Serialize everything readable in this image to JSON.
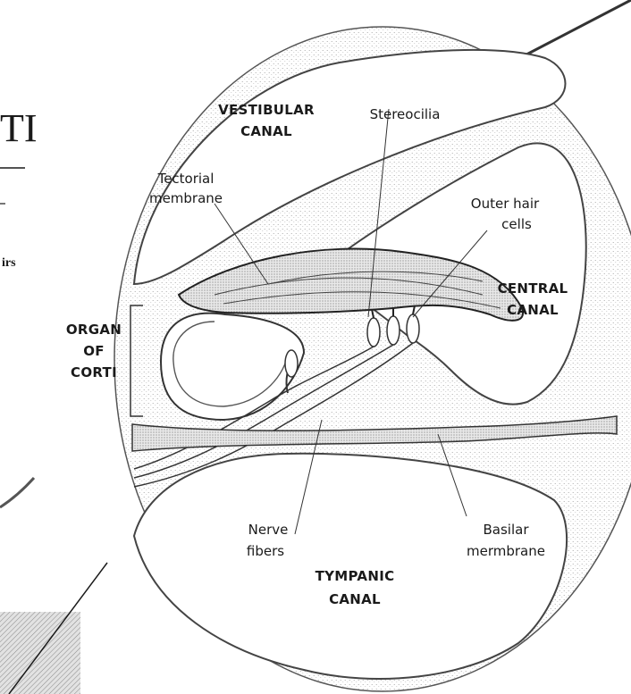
{
  "fragments": {
    "corner_letters": "TI",
    "side_word": "irs"
  },
  "regions": {
    "vestibular": [
      "VESTIBULAR",
      "CANAL"
    ],
    "central": [
      "CENTRAL",
      "CANAL"
    ],
    "tympanic": [
      "TYMPANIC",
      "CANAL"
    ],
    "organ": [
      "ORGAN",
      "OF",
      "CORTI"
    ]
  },
  "callouts": {
    "stereocilia": [
      "Stereocilia"
    ],
    "tectorial": [
      "Tectorial",
      "membrane"
    ],
    "outer_hair": [
      "Outer hair",
      "cells"
    ],
    "nerve": [
      "Nerve",
      "fibers"
    ],
    "basilar": [
      "Basilar",
      "mermbrane"
    ]
  },
  "colors": {
    "ink": "#1a1a1a",
    "stipple": "#9a9a9a",
    "background": "#ffffff"
  }
}
